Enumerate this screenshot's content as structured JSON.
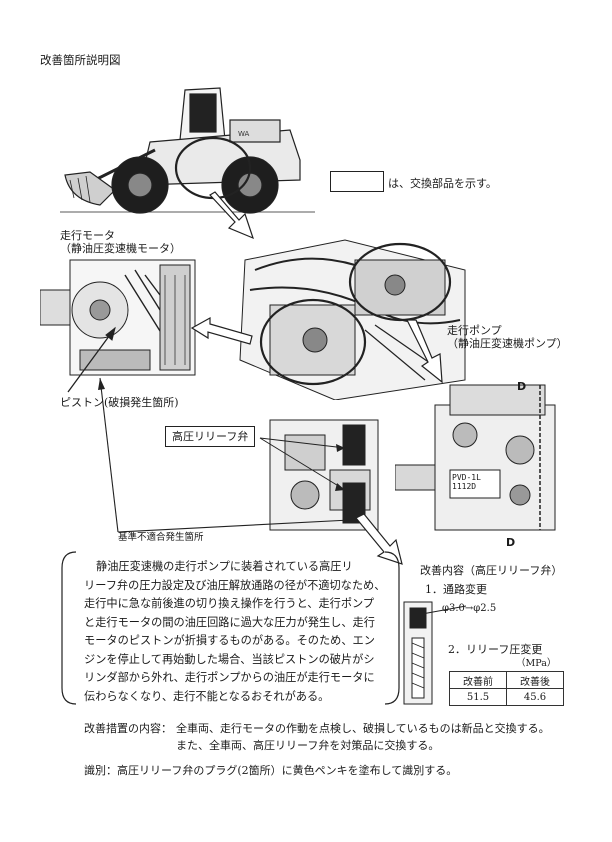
{
  "page_title": "改善箇所説明図",
  "legend_note": "は、交換部品を示す。",
  "labels": {
    "travel_motor": "走行モータ",
    "travel_motor_sub": "（静油圧変速機モータ）",
    "travel_pump": "走行ポンプ",
    "travel_pump_sub": "（静油圧変速機ポンプ）",
    "piston": "ピストン(破損発生箇所)",
    "relief_valve": "高圧リリーフ弁",
    "nonconform": "基準不適合発生箇所",
    "d_top": "D",
    "d_bottom": "D",
    "pump_plate": "PVD-1L\n1112D"
  },
  "description_lines": [
    "静油圧変速機の走行ポンプに装着されている高圧リ",
    "リーフ弁の圧力設定及び油圧解放通路の径が不適切なため、",
    "走行中に急な前後進の切り換え操作を行うと、走行ポンプ",
    "と走行モータの間の油圧回路に過大な圧力が発生し、走行",
    "モータのピストンが折損するものがある。そのため、エン",
    "ジンを停止して再始動した場合、当該ピストンの破片がシ",
    "リンダ部から外れ、走行ポンプからの油圧が走行モータに",
    "伝わらなくなり、走行不能となるおそれがある。"
  ],
  "improvement": {
    "title": "改善内容（高圧リリーフ弁）",
    "item1": "1．通路変更",
    "passage_change": "φ3.0→φ2.5",
    "item2": "2．リリーフ圧変更",
    "unit": "（MPa）",
    "table_headers": [
      "改善前",
      "改善後"
    ],
    "table_values": [
      "51.5",
      "45.6"
    ]
  },
  "measures": {
    "label": "改善措置の内容：",
    "line1": "全車両、走行モータの作動を点検し、破損しているものは新品と交換する。",
    "line2": "また、全車両、高圧リリーフ弁を対策品に交換する。"
  },
  "identification": "識別：高圧リリーフ弁のプラグ(2箇所）に黄色ペンキを塗布して識別する。"
}
